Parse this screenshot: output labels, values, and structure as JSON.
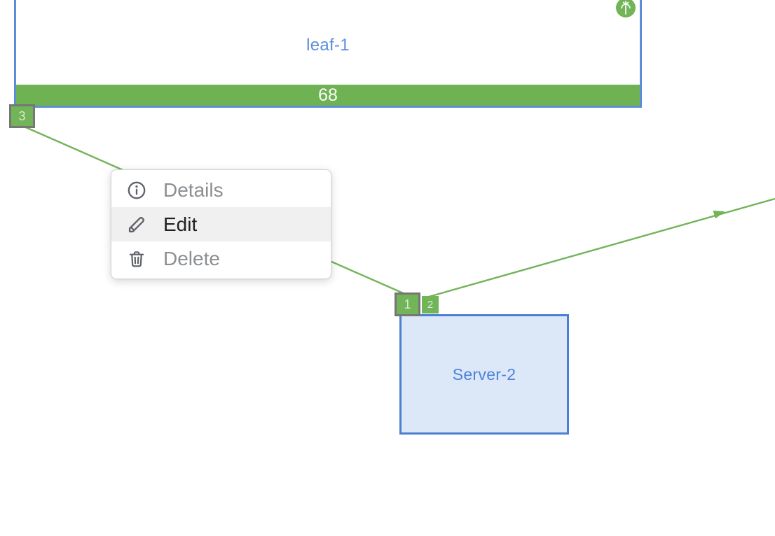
{
  "app": {
    "type": "network-topology-canvas"
  },
  "colors": {
    "link_green": "#72b458",
    "utilization_bar_green": "#6fb254",
    "leaf_border_blue": "#5c8ed8",
    "server_border_blue": "#4a80d2",
    "server_fill_blue": "#dce7f7",
    "node_label_blue": "#5c8ede",
    "port_badge_border_gray": "#767676",
    "menu_text_gray": "#8b8f92",
    "menu_text_active": "#202124",
    "menu_hover_bg": "#f0f0f0"
  },
  "nodes": {
    "leaf1": {
      "label": "leaf-1",
      "stat": "68",
      "status_icon": "health-pulse-icon"
    },
    "server2": {
      "label": "Server-2"
    }
  },
  "ports": {
    "leaf1_port": "3",
    "server2_port1": "1",
    "server2_port2": "2"
  },
  "links": [
    {
      "from_port": "3",
      "to_port": "1",
      "color": "#72b458"
    },
    {
      "from_port": "2",
      "to": "offscreen-right",
      "arrow": true,
      "color": "#72b458"
    }
  ],
  "context_menu": {
    "items": [
      {
        "label": "Details",
        "icon": "info-icon",
        "highlighted": false
      },
      {
        "label": "Edit",
        "icon": "pencil-icon",
        "highlighted": true
      },
      {
        "label": "Delete",
        "icon": "trash-icon",
        "highlighted": false
      }
    ]
  }
}
